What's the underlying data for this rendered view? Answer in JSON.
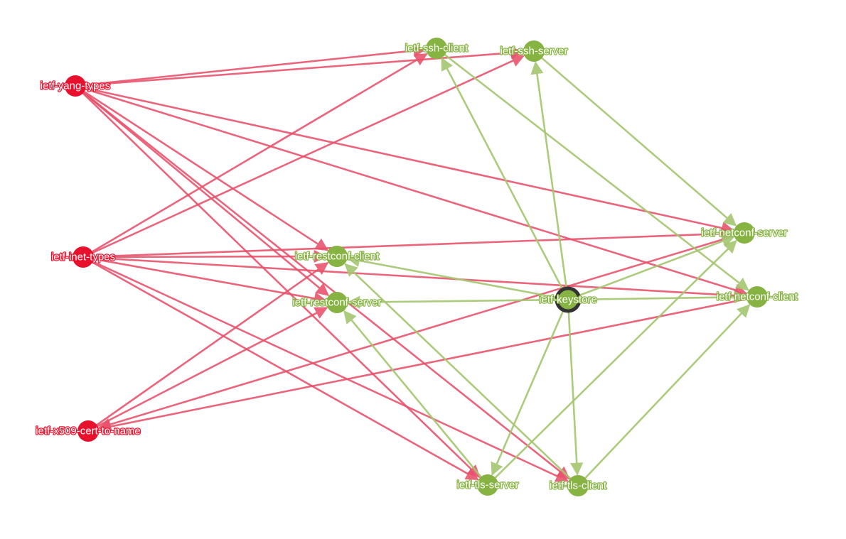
{
  "colors": {
    "red_node": "#e8112d",
    "green_node": "#86b342",
    "red_edge": "#e8506a",
    "green_edge": "#a5c773",
    "selected_border": "#333333"
  },
  "nodes": [
    {
      "id": "yang",
      "label": "ietf-yang-types",
      "group": "red"
    },
    {
      "id": "inet",
      "label": "ietf-inet-types",
      "group": "red"
    },
    {
      "id": "x509",
      "label": "ietf-x509-cert-to-name",
      "group": "red"
    },
    {
      "id": "sshc",
      "label": "ietf-ssh-client",
      "group": "green"
    },
    {
      "id": "sshs",
      "label": "ietf-ssh-server",
      "group": "green"
    },
    {
      "id": "rcc",
      "label": "ietf-restconf-client",
      "group": "green"
    },
    {
      "id": "rcs",
      "label": "ietf-restconf-server",
      "group": "green"
    },
    {
      "id": "ks",
      "label": "ietf-keystore",
      "group": "green",
      "selected": true
    },
    {
      "id": "ncs",
      "label": "ietf-netconf-server",
      "group": "green"
    },
    {
      "id": "ncc",
      "label": "ietf-netconf-client",
      "group": "green"
    },
    {
      "id": "tlss",
      "label": "ietf-tls-server",
      "group": "green"
    },
    {
      "id": "tlsc",
      "label": "ietf-tls-client",
      "group": "green"
    }
  ],
  "edges": [
    {
      "from": "yang",
      "to": "sshc",
      "color": "red"
    },
    {
      "from": "yang",
      "to": "sshs",
      "color": "red"
    },
    {
      "from": "yang",
      "to": "rcc",
      "color": "red"
    },
    {
      "from": "yang",
      "to": "rcs",
      "color": "red"
    },
    {
      "from": "yang",
      "to": "ncs",
      "color": "red"
    },
    {
      "from": "yang",
      "to": "ncc",
      "color": "red"
    },
    {
      "from": "yang",
      "to": "tlss",
      "color": "red"
    },
    {
      "from": "yang",
      "to": "tlsc",
      "color": "red"
    },
    {
      "from": "inet",
      "to": "sshc",
      "color": "red"
    },
    {
      "from": "inet",
      "to": "sshs",
      "color": "red"
    },
    {
      "from": "inet",
      "to": "rcc",
      "color": "red"
    },
    {
      "from": "inet",
      "to": "rcs",
      "color": "red"
    },
    {
      "from": "inet",
      "to": "ncs",
      "color": "red"
    },
    {
      "from": "inet",
      "to": "ncc",
      "color": "red"
    },
    {
      "from": "inet",
      "to": "tlss",
      "color": "red"
    },
    {
      "from": "inet",
      "to": "tlsc",
      "color": "red"
    },
    {
      "from": "x509",
      "to": "rcc",
      "color": "red"
    },
    {
      "from": "x509",
      "to": "rcs",
      "color": "red"
    },
    {
      "from": "ncs",
      "to": "x509",
      "color": "red"
    },
    {
      "from": "ncc",
      "to": "x509",
      "color": "red"
    },
    {
      "from": "ks",
      "to": "sshc",
      "color": "green"
    },
    {
      "from": "ks",
      "to": "sshs",
      "color": "green"
    },
    {
      "from": "ks",
      "to": "rcc",
      "color": "green"
    },
    {
      "from": "ks",
      "to": "rcs",
      "color": "green"
    },
    {
      "from": "ks",
      "to": "ncs",
      "color": "green"
    },
    {
      "from": "ks",
      "to": "ncc",
      "color": "green"
    },
    {
      "from": "ks",
      "to": "tlss",
      "color": "green"
    },
    {
      "from": "ks",
      "to": "tlsc",
      "color": "green"
    },
    {
      "from": "sshc",
      "to": "ncc",
      "color": "green"
    },
    {
      "from": "sshs",
      "to": "ncs",
      "color": "green"
    },
    {
      "from": "tlss",
      "to": "ncs",
      "color": "green"
    },
    {
      "from": "tlss",
      "to": "rcs",
      "color": "green"
    },
    {
      "from": "tlsc",
      "to": "rcc",
      "color": "green"
    },
    {
      "from": "tlsc",
      "to": "ncc",
      "color": "green"
    }
  ]
}
